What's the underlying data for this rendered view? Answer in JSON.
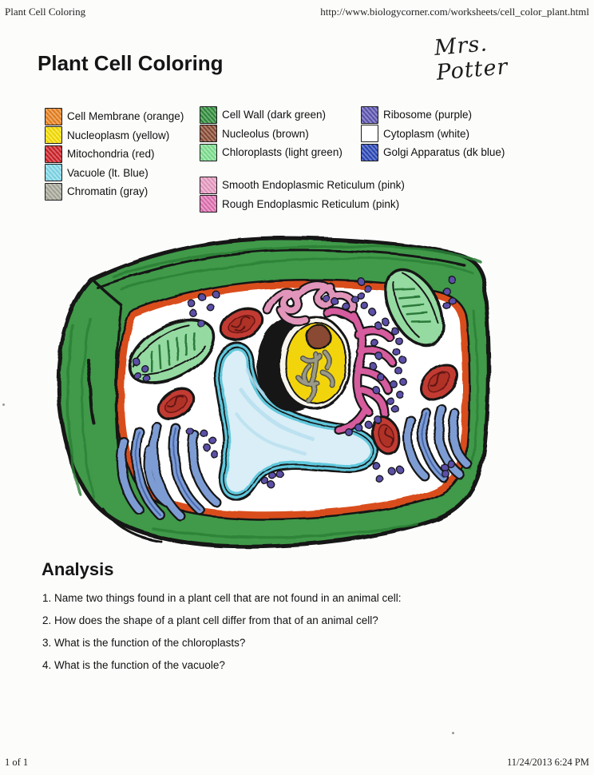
{
  "page": {
    "header_left": "Plant Cell Coloring",
    "header_right": "http://www.biologycorner.com/worksheets/cell_color_plant.html",
    "signature": "Mrs. Potter",
    "footer_left": "1 of 1",
    "footer_right": "11/24/2013 6:24 PM"
  },
  "title": "Plant Cell Coloring",
  "legend": {
    "column1": [
      {
        "label": "Cell Membrane (orange)",
        "color": "#e8811f"
      },
      {
        "label": "Nucleoplasm (yellow)",
        "color": "#f6de00"
      },
      {
        "label": "Mitochondria (red)",
        "color": "#cd2128"
      },
      {
        "label": "Vacuole (lt. Blue)",
        "color": "#7fd8e8"
      },
      {
        "label": "Chromatin (gray)",
        "color": "#a9a99b"
      }
    ],
    "column2": [
      {
        "label": "Cell Wall (dark green)",
        "color": "#2f8d3b"
      },
      {
        "label": "Nucleolus (brown)",
        "color": "#8a4a33"
      },
      {
        "label": "Chloroplasts (light green)",
        "color": "#7de08f"
      }
    ],
    "column3": [
      {
        "label": "Ribosome (purple)",
        "color": "#5d55b2"
      },
      {
        "label": "Cytoplasm (white)",
        "color": "#ffffff"
      },
      {
        "label": "Golgi Apparatus (dk blue)",
        "color": "#2a47b8"
      }
    ],
    "er_rows": [
      {
        "label": "Smooth Endoplasmic Reticulum (pink)",
        "color": "#e89ac1"
      },
      {
        "label": "Rough Endoplasmic Reticulum (pink)",
        "color": "#e170b2"
      }
    ]
  },
  "analysis": {
    "heading": "Analysis",
    "questions": [
      "1. Name two things found in a plant cell that are not found in an animal cell:",
      "2. How does the shape of a plant cell differ from that of an animal cell?",
      "3. What is the function of the chloroplasts?",
      "4. What is the function of the vacuole?"
    ]
  },
  "diagram": {
    "description": "Hand-colored plant cell diagram",
    "colors": {
      "cell_wall": "#3f9a48",
      "membrane": "#d94d1d",
      "cytoplasm": "#ffffff",
      "vacuole_fill": "#d9eef6",
      "vacuole_band": "#5ec7dc",
      "nucleoplasm": "#f2d40b",
      "nucleolus": "#8a4a30",
      "chromatin": "#989682",
      "chloroplast": "#94daa1",
      "mitochondria": "#c23b31",
      "smooth_er": "#e295ba",
      "rough_er": "#d65b9e",
      "ribosome": "#5b50a8",
      "golgi": "#7d9cd4"
    }
  }
}
